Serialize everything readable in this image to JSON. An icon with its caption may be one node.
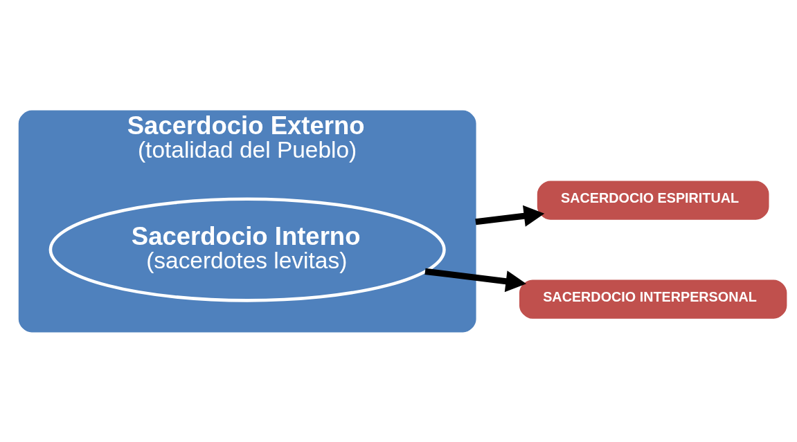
{
  "diagram": {
    "nodes": [
      {
        "text": [
          "Sacerdocio Externo",
          "(totalidad del Pueblo)"
        ]
      },
      {
        "text": [
          "Sacerdocio Interno",
          "(sacerdotes levitas)"
        ],
        "in": 0
      },
      {
        "text": [
          "SACERDOCIO ESPIRITUAL"
        ]
      },
      {
        "text": [
          "SACERDOCIO INTERPERSONAL"
        ]
      }
    ],
    "edges": [
      {
        "from": 0,
        "to": 2,
        "arrow": "to"
      },
      {
        "from": 1,
        "to": 3,
        "arrow": "to"
      }
    ]
  }
}
